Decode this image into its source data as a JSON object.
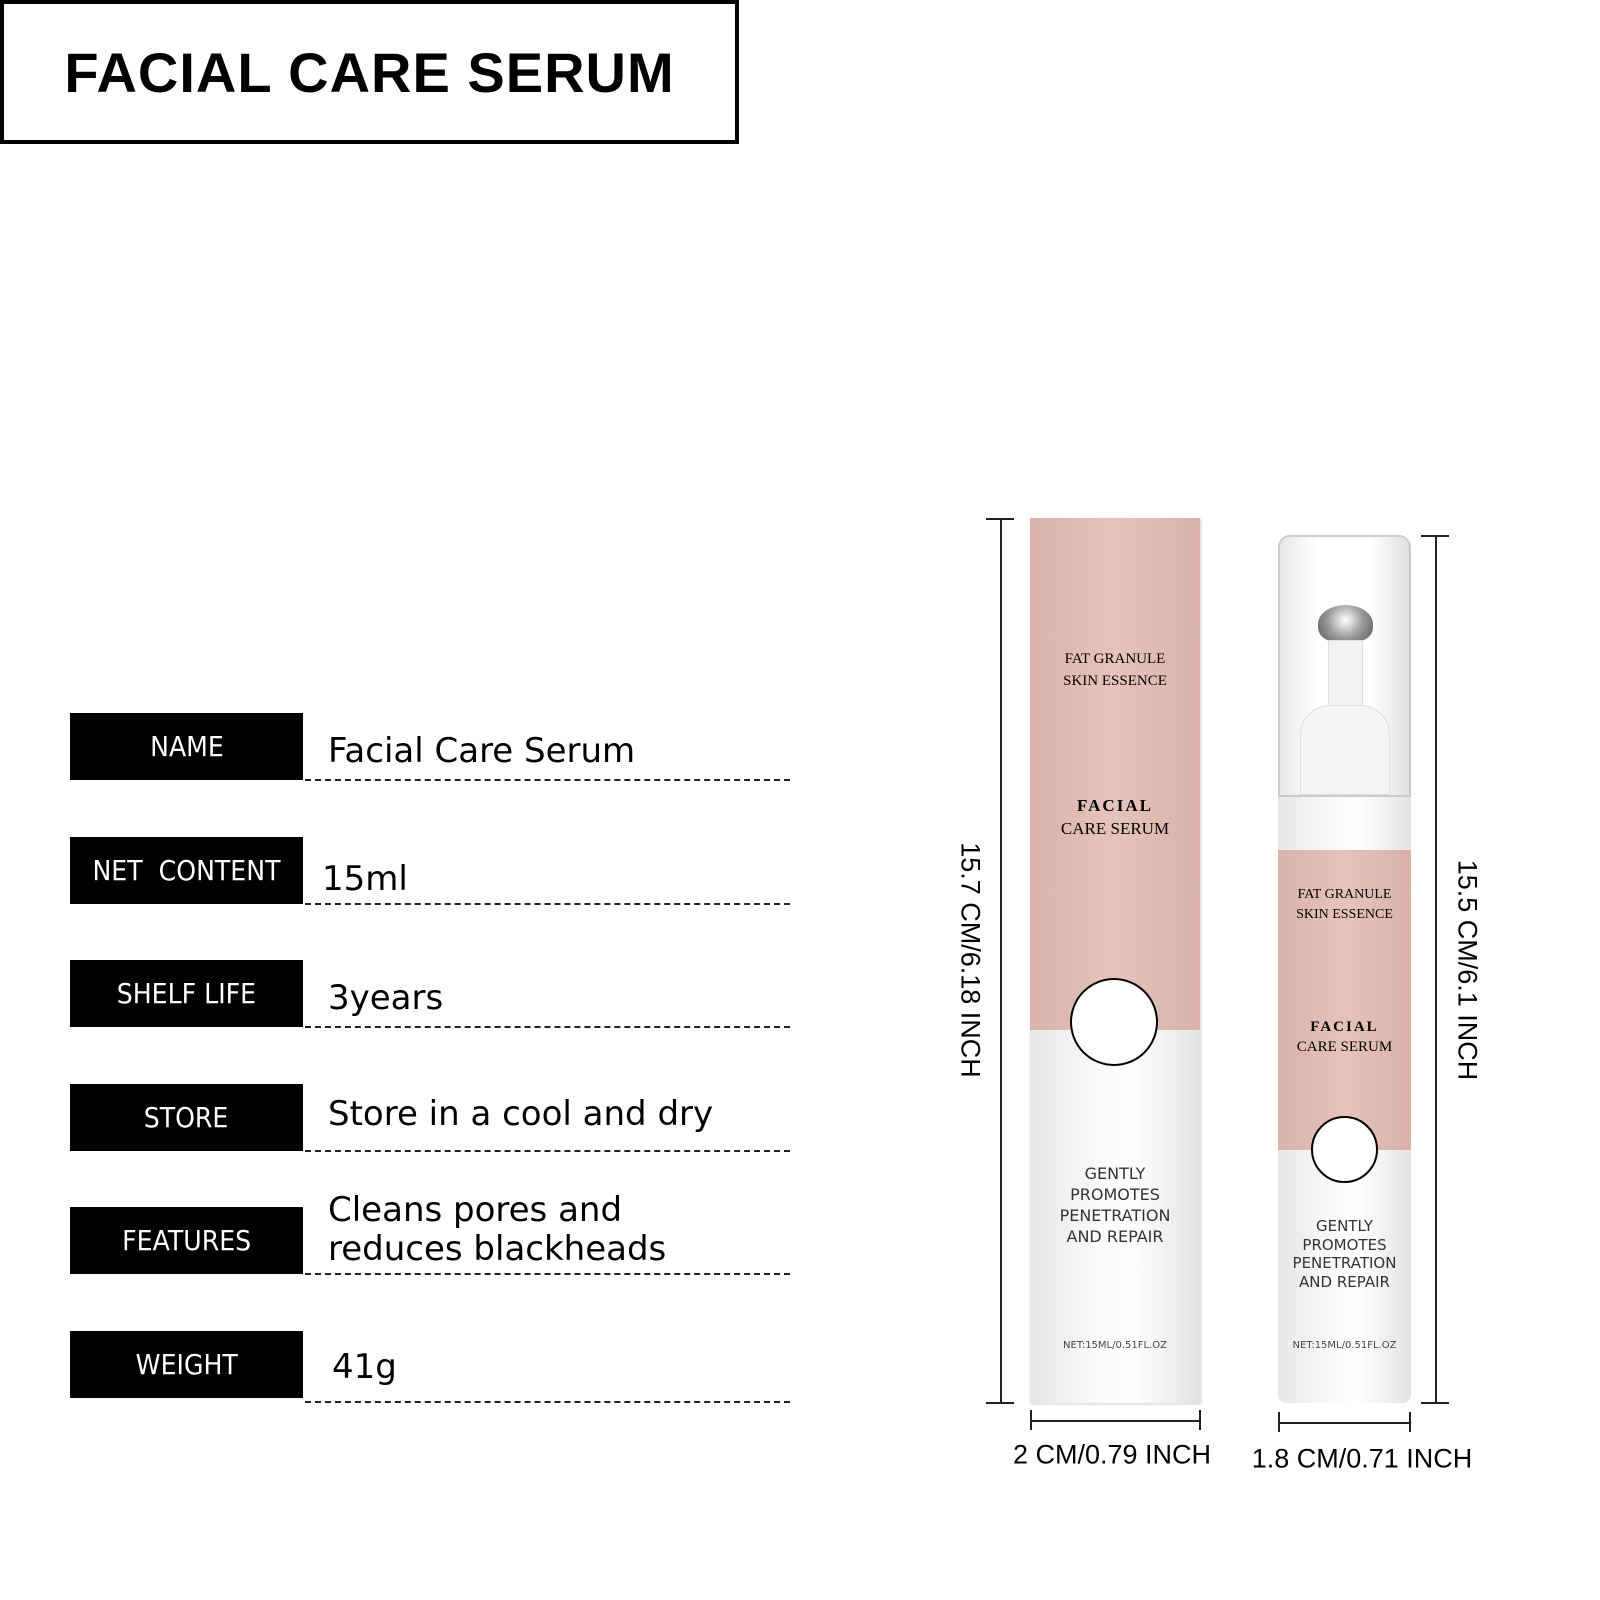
{
  "title": "FACIAL CARE SERUM",
  "specs": [
    {
      "label": "NAME",
      "value": "Facial Care Serum"
    },
    {
      "label": "NET  CONTENT",
      "value": "15ml"
    },
    {
      "label": "SHELF LIFE",
      "value": "3years"
    },
    {
      "label": "STORE",
      "value": "Store in a cool and dry"
    },
    {
      "label": "FEATURES",
      "value_line1": "Cleans pores and",
      "value_line2": "reduces blackheads"
    },
    {
      "label": "WEIGHT",
      "value": "41g"
    }
  ],
  "box": {
    "line1": "FAT GRANULE",
    "line2": "SKIN ESSENCE",
    "name1": "FACIAL",
    "name2": "CARE SERUM",
    "tag1": "GENTLY",
    "tag2": "PROMOTES",
    "tag3": "PENETRATION",
    "tag4": "AND REPAIR",
    "net": "NET:15ML/0.51FL.OZ",
    "height": "15.7 CM/6.18 INCH",
    "width": "2 CM/0.79 INCH"
  },
  "bottle": {
    "line1": "FAT GRANULE",
    "line2": "SKIN ESSENCE",
    "name1": "FACIAL",
    "name2": "CARE SERUM",
    "tag1": "GENTLY",
    "tag2": "PROMOTES",
    "tag3": "PENETRATION",
    "tag4": "AND REPAIR",
    "net": "NET:15ML/0.51FL.OZ",
    "height": "15.5 CM/6.1 INCH",
    "width": "1.8 CM/0.71 INCH"
  },
  "colors": {
    "pink": "#e2beb5",
    "black": "#000000"
  }
}
